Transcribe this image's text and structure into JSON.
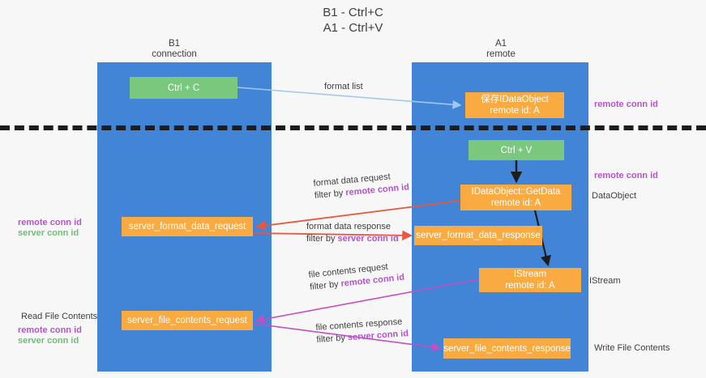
{
  "title": "B1 - Ctrl+C\nA1 - Ctrl+V",
  "title_line1": "B1 - Ctrl+C",
  "title_line2": "A1 - Ctrl+V",
  "colors": {
    "lane": "#4285d6",
    "green_node": "#79c87e",
    "orange_node": "#f9ab42",
    "purple_text": "#b455c9",
    "green_text": "#72bd7a",
    "red_arrow": "#e8573f",
    "blue_arrow": "#9fc9ee",
    "magenta_arrow": "#c34fc3",
    "black_arrow": "#1d1d1d",
    "background": "#f7f7f7"
  },
  "lanes": [
    {
      "id": "b1",
      "header_line1": "B1",
      "header_line2": "connection"
    },
    {
      "id": "a1",
      "header_line1": "A1",
      "header_line2": "remote"
    }
  ],
  "nodes": [
    {
      "id": "ctrl-c",
      "label": "Ctrl + C",
      "style": "green",
      "lane": "b1"
    },
    {
      "id": "save-idataobject",
      "line1": "保存IDataObject",
      "line2": "remote id: A",
      "style": "orange",
      "lane": "a1"
    },
    {
      "id": "ctrl-v",
      "label": "Ctrl + V",
      "style": "green",
      "lane": "a1"
    },
    {
      "id": "idataobject-getdata",
      "line1": "IDataObject::GetData",
      "line2": "remote id: A",
      "style": "orange",
      "lane": "a1"
    },
    {
      "id": "server-format-data-request",
      "label": "server_format_data_request",
      "style": "orange",
      "lane": "b1"
    },
    {
      "id": "server-format-data-response",
      "label": "server_format_data_response",
      "style": "orange",
      "lane": "a1"
    },
    {
      "id": "istream",
      "line1": "IStream",
      "line2": "remote id: A",
      "style": "orange",
      "lane": "a1"
    },
    {
      "id": "server-file-contents-request",
      "label": "server_file_contents_request",
      "style": "orange",
      "lane": "b1"
    },
    {
      "id": "server-file-contents-response",
      "label": "server_file_contents_response",
      "style": "orange",
      "lane": "a1"
    }
  ],
  "edge_labels": {
    "format_list": "format list",
    "format_data_request": {
      "line1": "format data request",
      "filter_prefix": "filter by ",
      "filter_key": "remote conn id"
    },
    "format_data_response": {
      "line1": "format data response",
      "filter_prefix": "filter by ",
      "filter_key": "server conn id"
    },
    "file_contents_request": {
      "line1": "file contents request",
      "filter_prefix": "filter by ",
      "filter_key": "remote conn id"
    },
    "file_contents_response": {
      "line1": "file contents response",
      "filter_prefix": "filter by ",
      "filter_key": "server conn id"
    }
  },
  "annotations": {
    "right": [
      {
        "id": "remote-conn-id-top",
        "text": "remote conn id",
        "color": "purple"
      },
      {
        "id": "remote-conn-id-mid",
        "text": "remote conn id",
        "color": "purple"
      },
      {
        "id": "dataobject",
        "text": "DataObject",
        "color": "plain"
      },
      {
        "id": "istream",
        "text": "IStream",
        "color": "plain"
      },
      {
        "id": "write-file-contents",
        "text": "Write File Contents",
        "color": "plain"
      }
    ],
    "left": [
      {
        "id": "remote-conn-id-left-1",
        "text": "remote conn id",
        "color": "purple"
      },
      {
        "id": "server-conn-id-left-1",
        "text": "server conn id",
        "color": "green"
      },
      {
        "id": "read-file-contents",
        "text": "Read File Contents",
        "color": "plain"
      },
      {
        "id": "remote-conn-id-left-2",
        "text": "remote conn id",
        "color": "purple"
      },
      {
        "id": "server-conn-id-left-2",
        "text": "server conn id",
        "color": "green"
      }
    ]
  }
}
